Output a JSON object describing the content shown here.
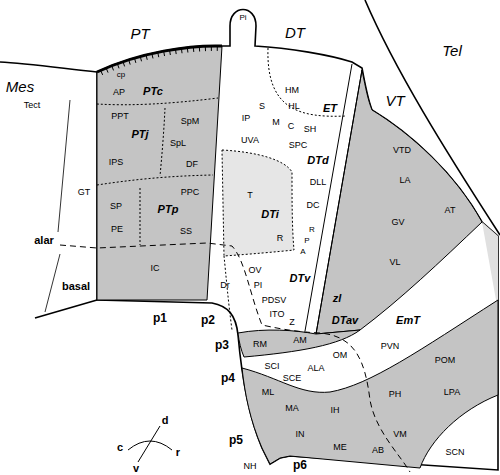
{
  "diagram": {
    "labels": [
      "PT",
      "DT",
      "Tel",
      "Pi",
      "Mes",
      "Tect",
      "cp",
      "AP",
      "PTc",
      "PPT",
      "PTj",
      "SpM",
      "SpL",
      "IPS",
      "DF",
      "PPC",
      "GT",
      "SP",
      "PTp",
      "PE",
      "SS",
      "alar",
      "basal",
      "IC",
      "HM",
      "HL",
      "ET",
      "IP",
      "S",
      "M",
      "C",
      "SH",
      "UVA",
      "SPC",
      "DTd",
      "DLL",
      "T",
      "DTi",
      "DC",
      "R",
      "R",
      "P",
      "A",
      "OV",
      "PI",
      "DTv",
      "PDSV",
      "Dr",
      "ITO",
      "Z",
      "zl",
      "DTav",
      "VT",
      "VTD",
      "LA",
      "AT",
      "GV",
      "VL",
      "EmT",
      "RM",
      "AM",
      "OM",
      "PVN",
      "SCI",
      "ALA",
      "SCE",
      "POM",
      "LPA",
      "ML",
      "MA",
      "PH",
      "IH",
      "IN",
      "VM",
      "ME",
      "AB",
      "SCN",
      "NH",
      "p1",
      "p2",
      "p3",
      "p4",
      "p5",
      "p6",
      "d",
      "c",
      "v",
      "r"
    ]
  }
}
